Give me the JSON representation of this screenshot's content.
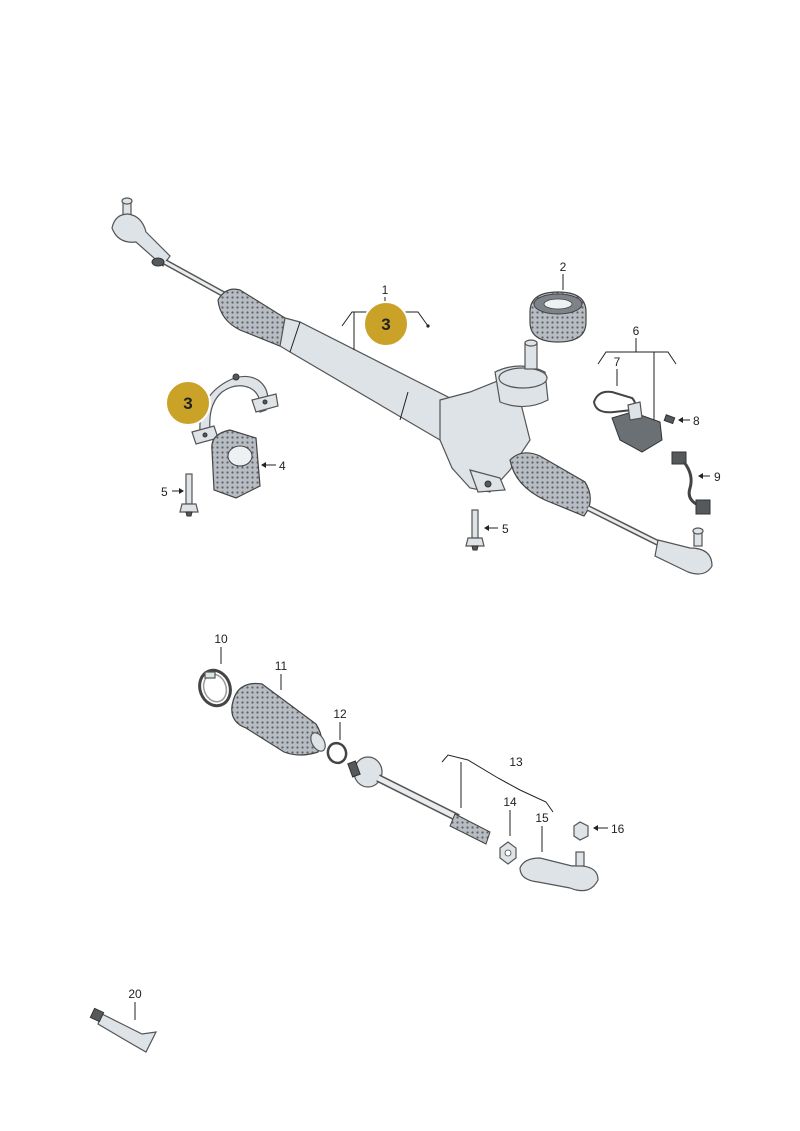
{
  "colors": {
    "callout_fill": "#c9a227",
    "callout_border": "#ffffff",
    "metal": "#dde3e6",
    "boot": "#9aa2a8",
    "dark": "#55595c"
  },
  "callouts": [
    "3",
    "3"
  ],
  "labels": {
    "p1": "1",
    "p2": "2",
    "p4": "4",
    "p5a": "5",
    "p5b": "5",
    "p6": "6",
    "p7": "7",
    "p8": "8",
    "p9": "9",
    "p10": "10",
    "p11": "11",
    "p12": "12",
    "p13": "13",
    "p14": "14",
    "p15": "15",
    "p16": "16",
    "p20": "20"
  }
}
